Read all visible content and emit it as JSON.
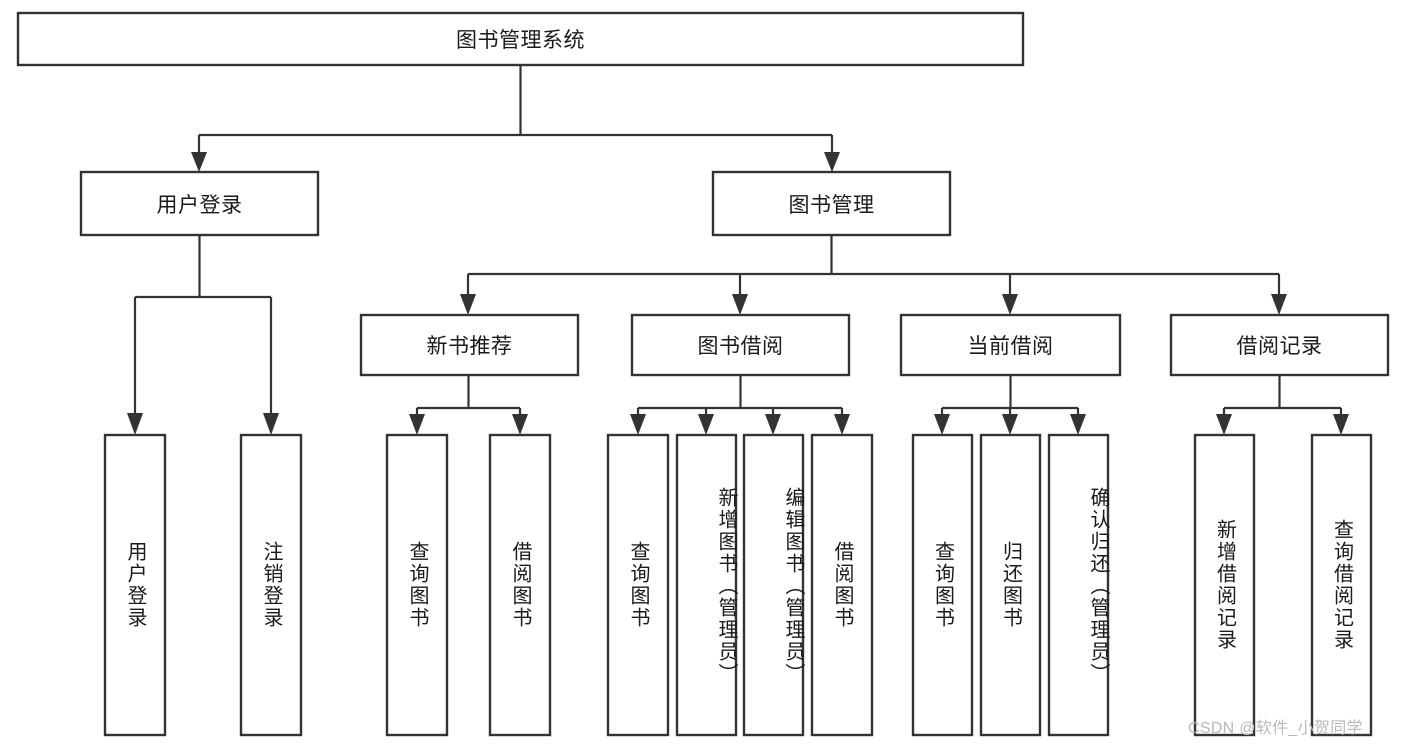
{
  "diagram": {
    "type": "tree-hierarchy-diagram",
    "title": "图书管理系统",
    "orientation": "top-down",
    "levels": 4,
    "root": {
      "id": "root",
      "label": "图书管理系统",
      "text_orientation": "horizontal"
    },
    "level2": [
      {
        "id": "user-login",
        "label": "用户登录",
        "text_orientation": "horizontal"
      },
      {
        "id": "book-manage",
        "label": "图书管理",
        "text_orientation": "horizontal"
      }
    ],
    "level3": [
      {
        "id": "new-book-rec",
        "label": "新书推荐",
        "text_orientation": "horizontal",
        "parent": "book-manage"
      },
      {
        "id": "book-borrow",
        "label": "图书借阅",
        "text_orientation": "horizontal",
        "parent": "book-manage"
      },
      {
        "id": "current-borrow",
        "label": "当前借阅",
        "text_orientation": "horizontal",
        "parent": "book-manage"
      },
      {
        "id": "borrow-record",
        "label": "借阅记录",
        "text_orientation": "horizontal",
        "parent": "book-manage"
      }
    ],
    "leaves": [
      {
        "id": "leaf-user-login",
        "label": "用户登录",
        "parent": "user-login",
        "text_orientation": "vertical"
      },
      {
        "id": "leaf-user-logout",
        "label": "注销登录",
        "parent": "user-login",
        "text_orientation": "vertical"
      },
      {
        "id": "leaf-query-book-1",
        "label": "查询图书",
        "parent": "new-book-rec",
        "text_orientation": "vertical"
      },
      {
        "id": "leaf-borrow-book-1",
        "label": "借阅图书",
        "parent": "new-book-rec",
        "text_orientation": "vertical"
      },
      {
        "id": "leaf-query-book-2",
        "label": "查询图书",
        "parent": "book-borrow",
        "text_orientation": "vertical"
      },
      {
        "id": "leaf-add-book",
        "label": "新增图书（管理员）",
        "parent": "book-borrow",
        "text_orientation": "vertical"
      },
      {
        "id": "leaf-edit-book",
        "label": "编辑图书（管理员）",
        "parent": "book-borrow",
        "text_orientation": "vertical"
      },
      {
        "id": "leaf-borrow-book-2",
        "label": "借阅图书",
        "parent": "book-borrow",
        "text_orientation": "vertical"
      },
      {
        "id": "leaf-query-book-3",
        "label": "查询图书",
        "parent": "current-borrow",
        "text_orientation": "vertical"
      },
      {
        "id": "leaf-return-book",
        "label": "归还图书",
        "parent": "current-borrow",
        "text_orientation": "vertical"
      },
      {
        "id": "leaf-confirm-return",
        "label": "确认归还（管理员）",
        "parent": "current-borrow",
        "text_orientation": "vertical"
      },
      {
        "id": "leaf-add-record",
        "label": "新增借阅记录",
        "parent": "borrow-record",
        "text_orientation": "vertical"
      },
      {
        "id": "leaf-query-record",
        "label": "查询借阅记录",
        "parent": "borrow-record",
        "text_orientation": "vertical"
      }
    ],
    "colors": {
      "background": "#ffffff",
      "box_fill": "#ffffff",
      "box_stroke": "#333333",
      "connector": "#333333",
      "text": "#1a1a1a",
      "watermark": "#b9b9b9"
    }
  },
  "watermark": {
    "text": "CSDN @软件_小贺同学"
  }
}
